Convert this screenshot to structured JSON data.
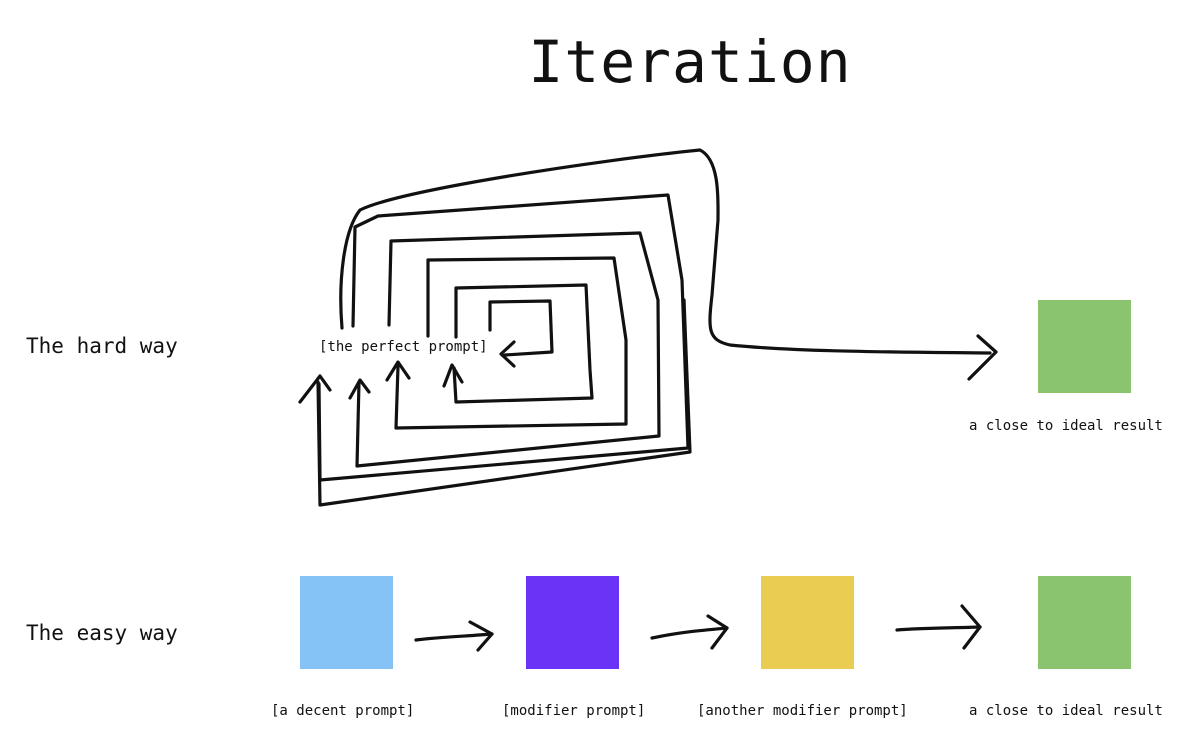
{
  "title": "Iteration",
  "hard_way": {
    "label": "The hard way",
    "prompt": "[the perfect prompt]",
    "result_label": "a close to ideal result",
    "result_color": "#8BC46F"
  },
  "easy_way": {
    "label": "The easy way",
    "steps": [
      {
        "label": "[a decent prompt]",
        "color": "#85C2F5"
      },
      {
        "label": "[modifier prompt]",
        "color": "#6A33F5"
      },
      {
        "label": "[another modifier prompt]",
        "color": "#E9CC51"
      },
      {
        "label": "a close to ideal result",
        "color": "#8BC46F"
      }
    ]
  }
}
